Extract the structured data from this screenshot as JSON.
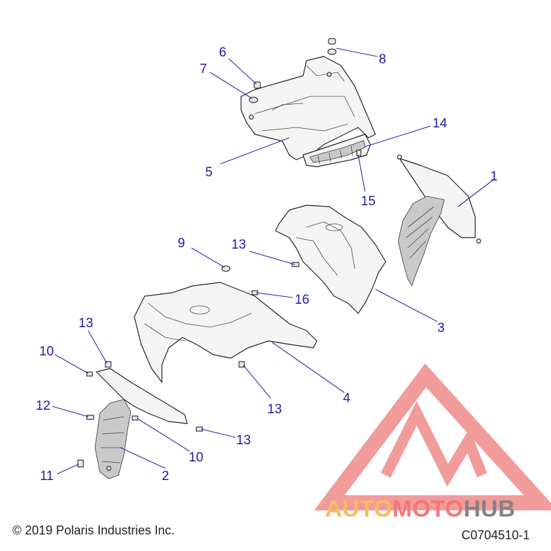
{
  "callouts": [
    {
      "id": "1",
      "label": "1"
    },
    {
      "id": "2",
      "label": "2"
    },
    {
      "id": "3",
      "label": "3"
    },
    {
      "id": "4",
      "label": "4"
    },
    {
      "id": "5",
      "label": "5"
    },
    {
      "id": "6",
      "label": "6"
    },
    {
      "id": "7",
      "label": "7"
    },
    {
      "id": "8",
      "label": "8"
    },
    {
      "id": "9",
      "label": "9"
    },
    {
      "id": "10a",
      "label": "10"
    },
    {
      "id": "10b",
      "label": "10"
    },
    {
      "id": "11",
      "label": "11"
    },
    {
      "id": "12",
      "label": "12"
    },
    {
      "id": "13a",
      "label": "13"
    },
    {
      "id": "13b",
      "label": "13"
    },
    {
      "id": "13c",
      "label": "13"
    },
    {
      "id": "13d",
      "label": "13"
    },
    {
      "id": "14",
      "label": "14"
    },
    {
      "id": "15",
      "label": "15"
    },
    {
      "id": "16",
      "label": "16"
    }
  ],
  "footer": {
    "copyright": "© 2019 Polaris Industries Inc.",
    "diagram_code": "C0704510-1"
  },
  "watermark": {
    "text_auto": "AUTO",
    "text_moto": "MOTO",
    "text_hub": "HUB",
    "color_red": "#ee3a3a",
    "color_orange": "#f4a62a",
    "color_gray": "#5a5a5a"
  }
}
